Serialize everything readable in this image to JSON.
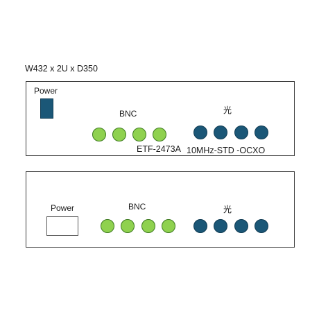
{
  "dimensions_label": "W432 x 2U x D350",
  "colors": {
    "bnc_port_fill": "#8fd14f",
    "bnc_port_stroke": "#3d7a1f",
    "optical_port_fill": "#1b5777",
    "panel_border": "#3a3a3a"
  },
  "top_panel": {
    "power_label": "Power",
    "bnc_label": "BNC",
    "optical_label": "光",
    "bnc_model_label": "ETF-2473A",
    "optical_model_label": "10MHz-STD -OCXO",
    "bnc_port_count": 4,
    "optical_port_count": 4
  },
  "bottom_panel": {
    "power_label": "Power",
    "bnc_label": "BNC",
    "optical_label": "光",
    "bnc_port_count": 4,
    "optical_port_count": 4
  }
}
